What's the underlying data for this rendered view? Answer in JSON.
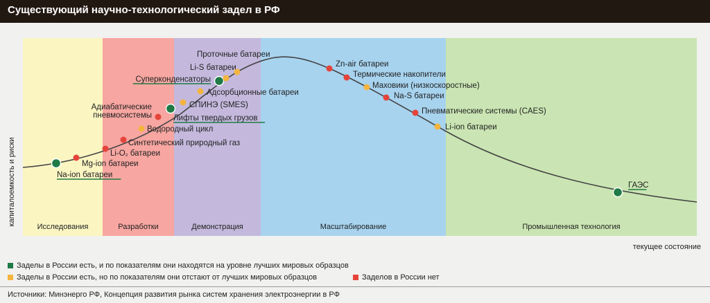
{
  "header": {
    "title": "Существующий научно-технологический задел в РФ"
  },
  "chart_data": {
    "type": "line",
    "ylabel": "капиталоемкость и риски",
    "xlabel": "текущее состояние",
    "stages": [
      {
        "name": "Исследования",
        "color": "#fbf5c2"
      },
      {
        "name": "Разработки",
        "color": "#f7a6a1"
      },
      {
        "name": "Демонстрация",
        "color": "#c4b9dd"
      },
      {
        "name": "Масштабирование",
        "color": "#a7d3ef"
      },
      {
        "name": "Промышленная технология",
        "color": "#cae5b3"
      }
    ],
    "series_colors": {
      "green": "#1f7a46",
      "yellow": "#f4b53f",
      "red": "#e5443b"
    },
    "points": [
      {
        "label": "Na-ion батареи",
        "status": "green"
      },
      {
        "label": "Mg-ion батареи",
        "status": "red"
      },
      {
        "label": "Li-O₂ батареи",
        "status": "red"
      },
      {
        "label": "Синтетический природный газ",
        "status": "red"
      },
      {
        "label": "Водородный цикл",
        "status": "yellow"
      },
      {
        "label": "Лифты твердых грузов",
        "status": "red"
      },
      {
        "label": "Адиабатические пневмосистемы",
        "status": "green"
      },
      {
        "label": "СПИНЭ (SMES)",
        "status": "yellow"
      },
      {
        "label": "Адсорбционные батареи",
        "status": "yellow"
      },
      {
        "label": "Суперконденсаторы",
        "status": "green"
      },
      {
        "label": "Li-S батареи",
        "status": "yellow"
      },
      {
        "label": "Проточные батареи",
        "status": "yellow"
      },
      {
        "label": "Zn-air батареи",
        "status": "red"
      },
      {
        "label": "Термические накопители",
        "status": "red"
      },
      {
        "label": "Маховики (низкоскоростные)",
        "status": "yellow"
      },
      {
        "label": "Na-S батареи",
        "status": "red"
      },
      {
        "label": "Пневматические системы (CAES)",
        "status": "red"
      },
      {
        "label": "Li-ion батареи",
        "status": "yellow"
      },
      {
        "label": "ГАЭС",
        "status": "green"
      }
    ]
  },
  "legend": {
    "green": "Заделы в России есть, и по показателям они находятся на уровне лучших мировых образцов",
    "yellow": "Заделы в России есть, но по показателям они отстают от лучших мировых образцов",
    "red": "Заделов в России нет"
  },
  "footer": {
    "source": "Источники: Минэнерго РФ, Концепция развития рынка систем хранения электроэнергии в РФ"
  }
}
